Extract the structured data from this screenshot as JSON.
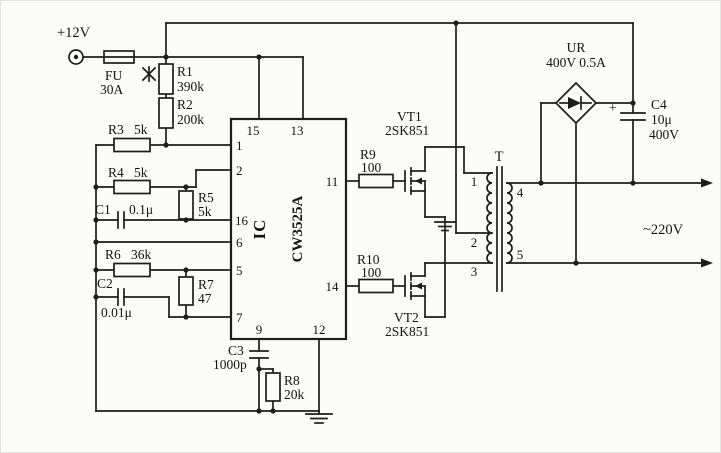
{
  "colors": {
    "ink": "#1d1d1d",
    "background": "#fbfbf8"
  },
  "power": {
    "input_label": "+12V"
  },
  "output": {
    "label": "~220V"
  },
  "components": {
    "fuse": {
      "ref": "FU",
      "value": "30A"
    },
    "r1": {
      "ref": "R1",
      "value": "390k"
    },
    "r2": {
      "ref": "R2",
      "value": "200k"
    },
    "r3": {
      "ref": "R3",
      "value": "5k"
    },
    "r4": {
      "ref": "R4",
      "value": "5k"
    },
    "r5": {
      "ref": "R5",
      "value": "5k"
    },
    "r6": {
      "ref": "R6",
      "value": "36k"
    },
    "r7": {
      "ref": "R7",
      "value": "47"
    },
    "r8": {
      "ref": "R8",
      "value": "20k"
    },
    "r9": {
      "ref": "R9",
      "value": "100"
    },
    "r10": {
      "ref": "R10",
      "value": "100"
    },
    "c1": {
      "ref": "C1",
      "value": "0.1μ"
    },
    "c2": {
      "ref": "C2",
      "value": "0.01μ"
    },
    "c3": {
      "ref": "C3",
      "value": "1000p"
    },
    "c4": {
      "ref": "C4",
      "value": "10μ",
      "rating": "400V",
      "polarity": "+"
    },
    "ic": {
      "ref": "IC",
      "part": "CW3525A",
      "pins": {
        "top": [
          "15",
          "13"
        ],
        "left": [
          "1",
          "2",
          "16",
          "6",
          "5",
          "7"
        ],
        "bottom": [
          "9",
          "12"
        ],
        "right": [
          "11",
          "14"
        ]
      }
    },
    "vt1": {
      "ref": "VT1",
      "part": "2SK851"
    },
    "vt2": {
      "ref": "VT2",
      "part": "2SK851"
    },
    "transformer": {
      "ref": "T",
      "primary_pins": [
        "1",
        "2",
        "3"
      ],
      "secondary_pins": [
        "4",
        "5"
      ]
    },
    "bridge": {
      "ref": "UR",
      "rating": "400V 0.5A"
    }
  }
}
